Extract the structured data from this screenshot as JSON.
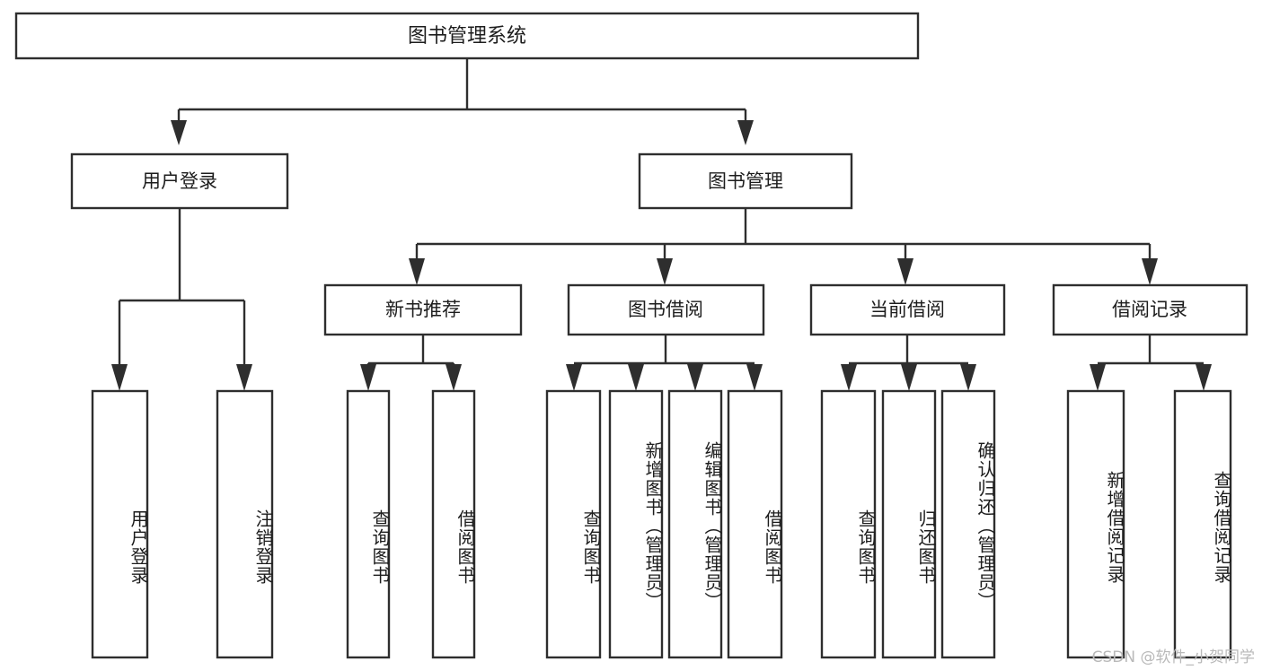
{
  "diagram": {
    "title": "图书管理系统",
    "type": "tree-hierarchy-diagram",
    "style": {
      "box_fill": "#ffffff",
      "box_stroke": "#2e2e2e",
      "text_color": "#1d1d1d",
      "background": "#ffffff"
    },
    "root": {
      "label": "图书管理系统"
    },
    "level2": [
      {
        "label": "用户登录"
      },
      {
        "label": "图书管理"
      }
    ],
    "level3": [
      {
        "label": "新书推荐"
      },
      {
        "label": "图书借阅"
      },
      {
        "label": "当前借阅"
      },
      {
        "label": "借阅记录"
      }
    ],
    "leaves": {
      "user_login": [
        {
          "label": "用户登录"
        },
        {
          "label": "注销登录"
        }
      ],
      "new_book_recommend": [
        {
          "label": "查询图书"
        },
        {
          "label": "借阅图书"
        }
      ],
      "book_borrow": [
        {
          "label": "查询图书"
        },
        {
          "label": "新增图书（管理员）"
        },
        {
          "label": "编辑图书（管理员）"
        },
        {
          "label": "借阅图书"
        }
      ],
      "current_borrow": [
        {
          "label": "查询图书"
        },
        {
          "label": "归还图书"
        },
        {
          "label": "确认归还（管理员）"
        }
      ],
      "borrow_record": [
        {
          "label": "新增借阅记录"
        },
        {
          "label": "查询借阅记录"
        }
      ]
    }
  },
  "watermark": {
    "text": "CSDN @软件_小贺同学"
  }
}
